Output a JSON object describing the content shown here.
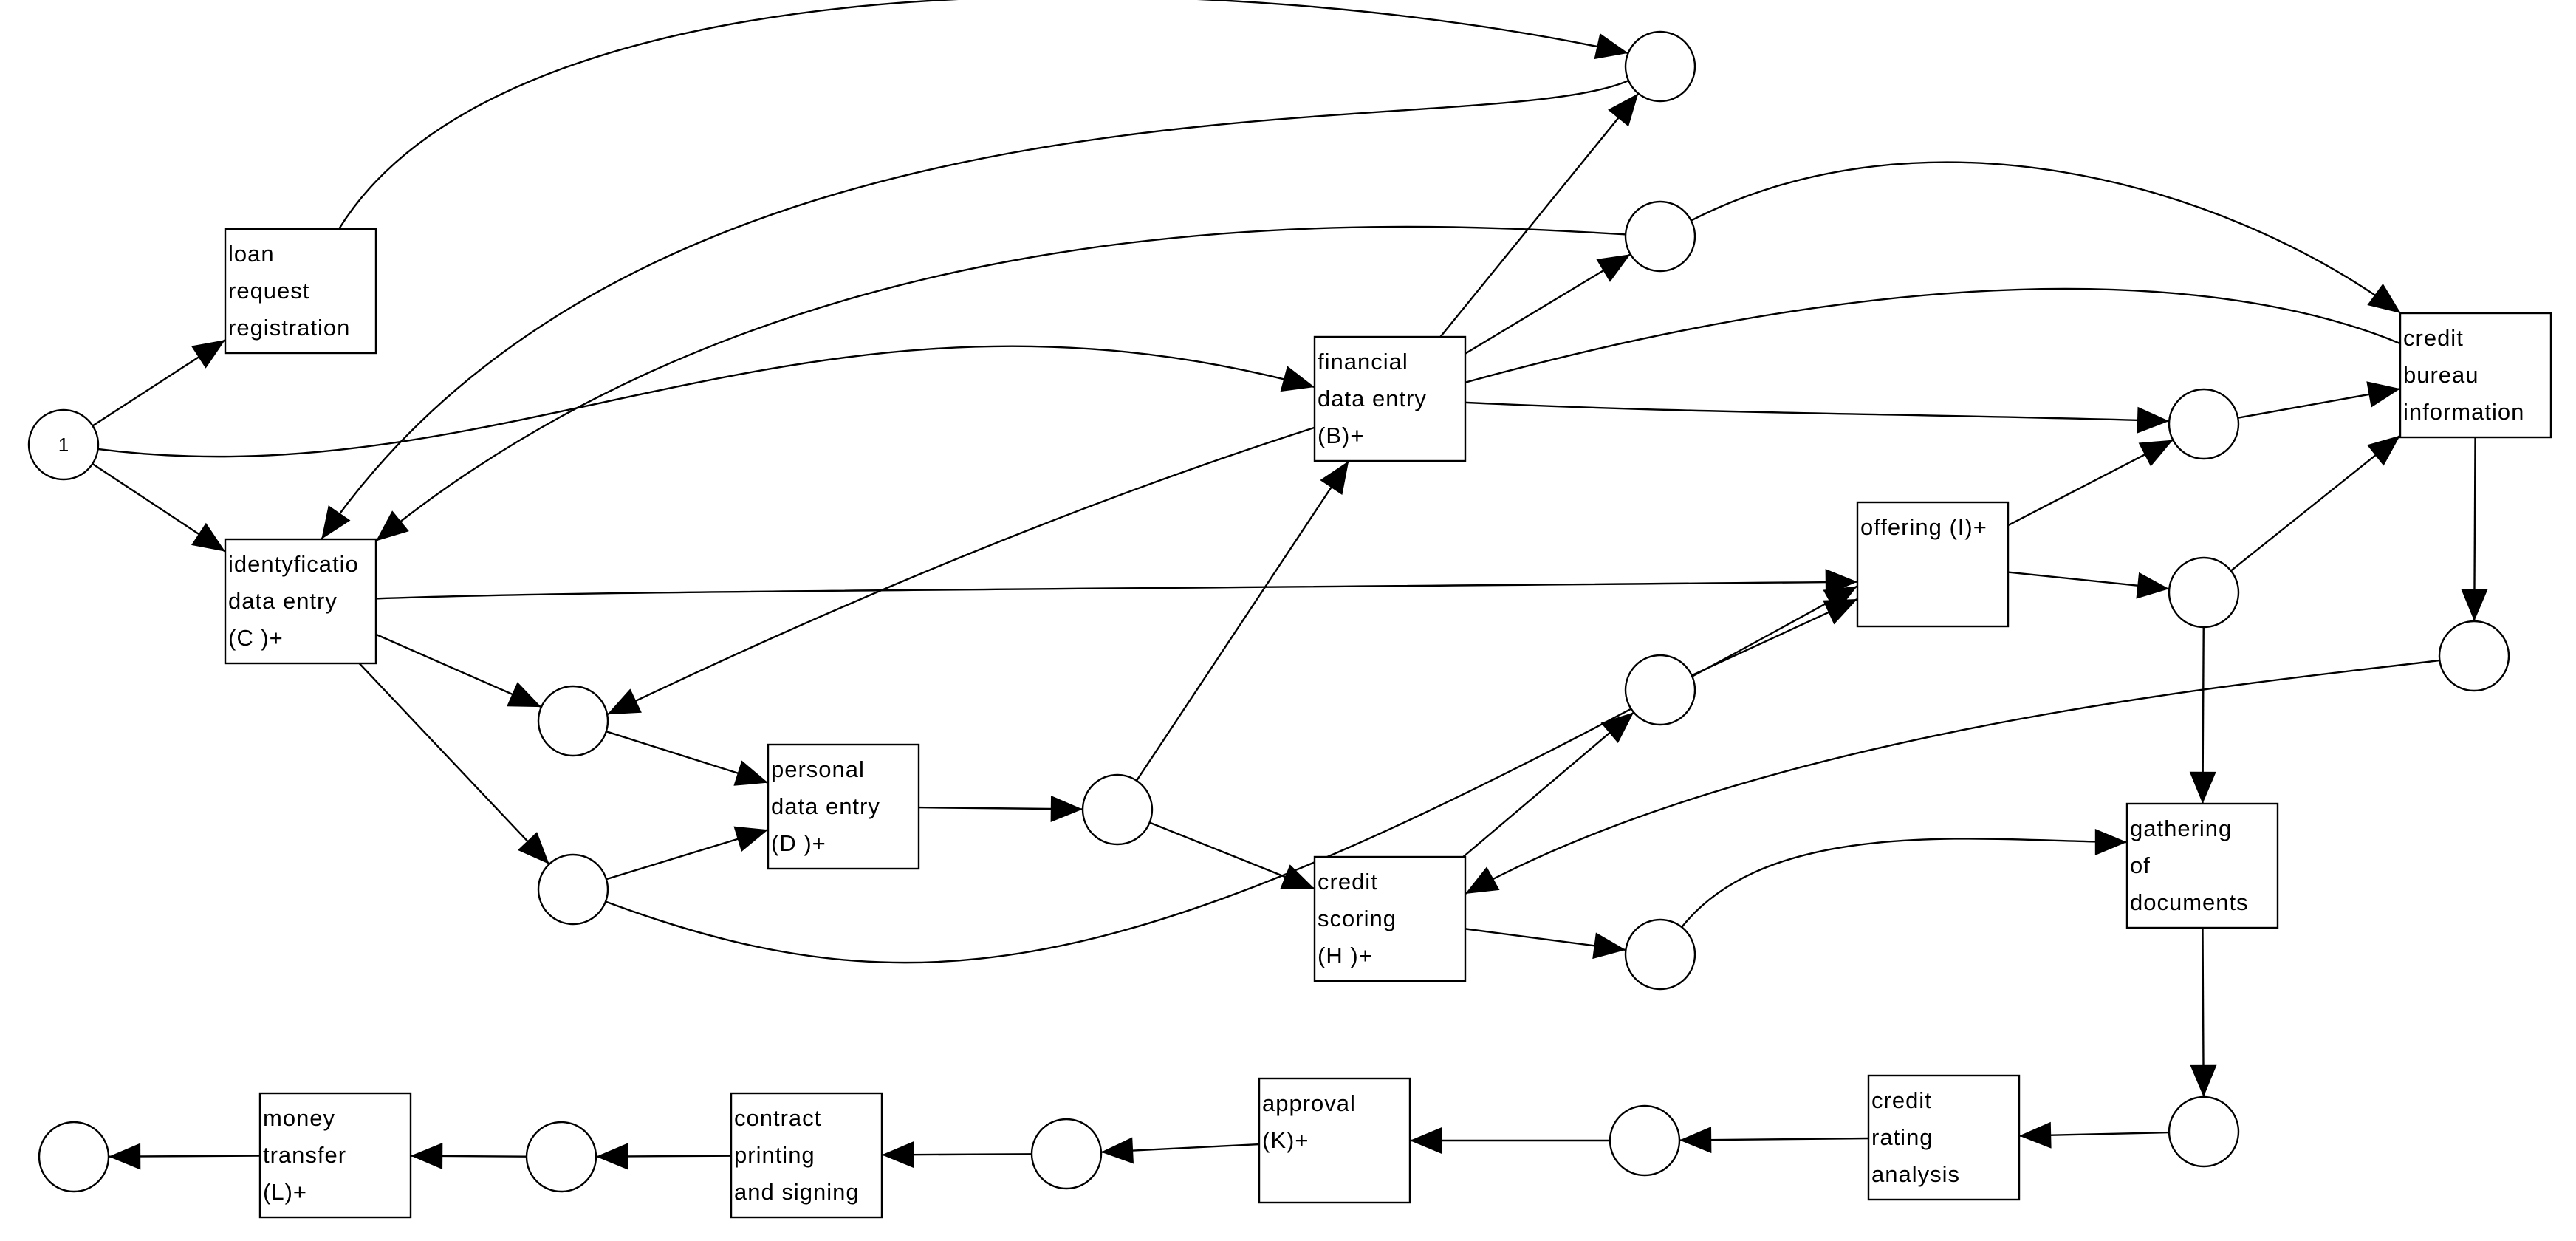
{
  "diagram": {
    "type": "petri-net",
    "transitions": [
      {
        "id": "t_loan",
        "lines": [
          "loan",
          "request",
          "registration"
        ]
      },
      {
        "id": "t_ident",
        "lines": [
          "identyficatio",
          "data entry",
          "(C )+"
        ]
      },
      {
        "id": "t_personal",
        "lines": [
          "personal",
          "data entry",
          "(D )+"
        ]
      },
      {
        "id": "t_financial",
        "lines": [
          "financial",
          "data entry",
          "(B)+"
        ]
      },
      {
        "id": "t_credit_scoring",
        "lines": [
          "credit",
          "scoring",
          "(H )+"
        ]
      },
      {
        "id": "t_offering",
        "lines": [
          "offering (I)+"
        ]
      },
      {
        "id": "t_bureau",
        "lines": [
          "credit",
          "bureau",
          "information"
        ]
      },
      {
        "id": "t_gathering",
        "lines": [
          "gathering",
          "of",
          "documents"
        ]
      },
      {
        "id": "t_rating",
        "lines": [
          "credit",
          "rating",
          "analysis"
        ]
      },
      {
        "id": "t_approval",
        "lines": [
          "approval",
          "(K)+"
        ]
      },
      {
        "id": "t_contract",
        "lines": [
          "contract",
          "printing",
          "and signing"
        ]
      },
      {
        "id": "t_money",
        "lines": [
          "money",
          "transfer",
          "(L)+"
        ]
      }
    ],
    "places": [
      {
        "id": "p_start",
        "token": "1"
      },
      {
        "id": "p_top1",
        "token": ""
      },
      {
        "id": "p_top2",
        "token": ""
      },
      {
        "id": "p_c1",
        "token": ""
      },
      {
        "id": "p_c2",
        "token": ""
      },
      {
        "id": "p_d",
        "token": ""
      },
      {
        "id": "p_h1",
        "token": ""
      },
      {
        "id": "p_h2",
        "token": ""
      },
      {
        "id": "p_o1",
        "token": ""
      },
      {
        "id": "p_o2",
        "token": ""
      },
      {
        "id": "p_bureau_out",
        "token": ""
      },
      {
        "id": "p_gather_out",
        "token": ""
      },
      {
        "id": "p_rating_out",
        "token": ""
      },
      {
        "id": "p_approval_out",
        "token": ""
      },
      {
        "id": "p_contract_out",
        "token": ""
      },
      {
        "id": "p_end",
        "token": ""
      }
    ]
  }
}
